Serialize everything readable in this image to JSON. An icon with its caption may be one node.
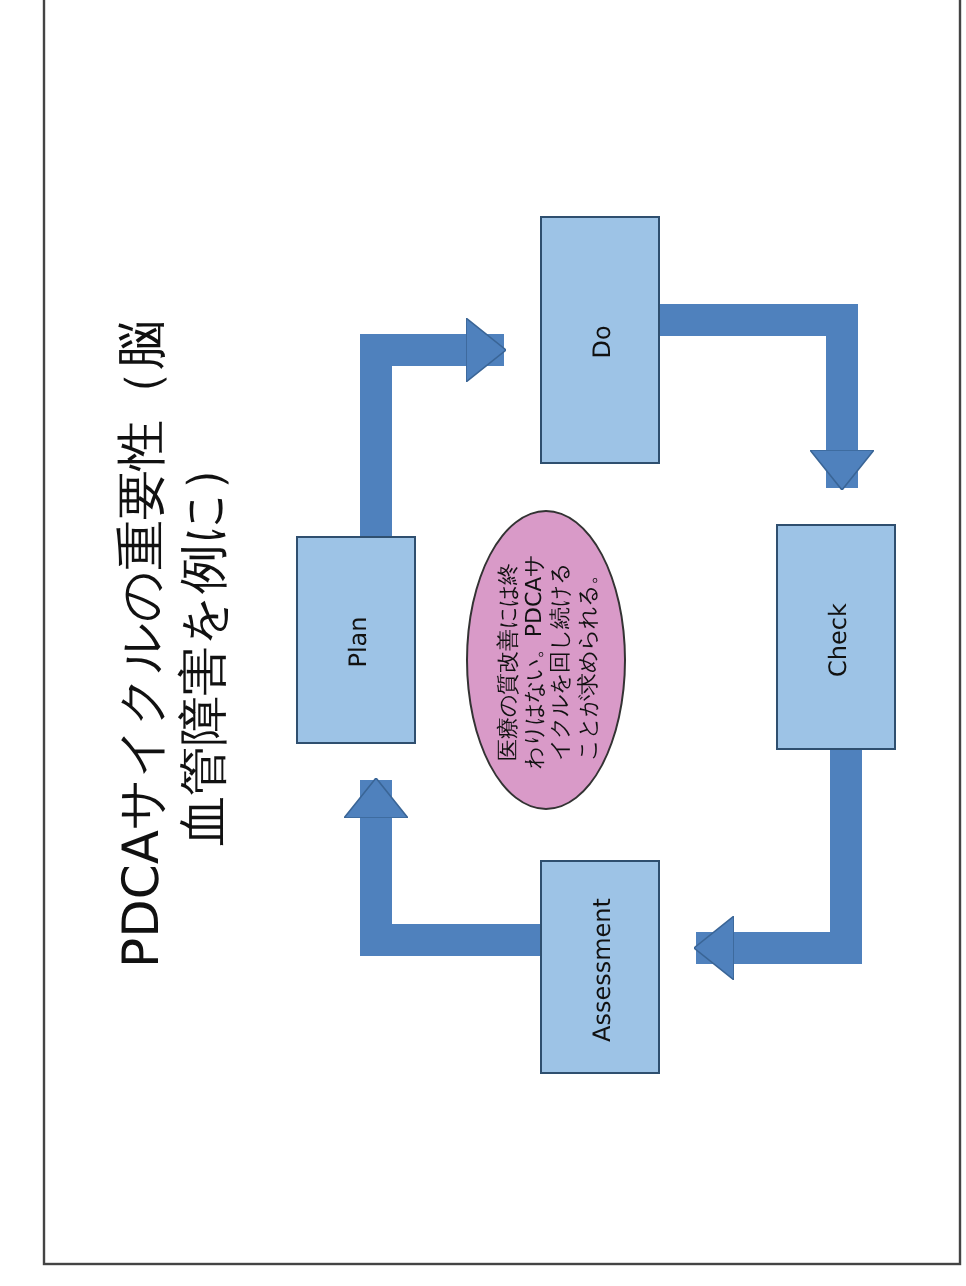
{
  "diagram": {
    "title": "PDCAサイクルの重要性（脳血管障害を例に）",
    "nodes": [
      {
        "text": [
          "Plan"
        ]
      },
      {
        "text": [
          "Do"
        ]
      },
      {
        "text": [
          "Check"
        ]
      },
      {
        "text": [
          "Assessment"
        ]
      },
      {
        "text": [
          "医療の質改善には終わりはない。PDCAサイクルを回し続けることが求められる。"
        ]
      }
    ],
    "edges": [
      {
        "from": 0,
        "to": 1,
        "arrow": "to"
      },
      {
        "from": 1,
        "to": 2,
        "arrow": "to"
      },
      {
        "from": 2,
        "to": 3,
        "arrow": "to"
      },
      {
        "from": 3,
        "to": 0,
        "arrow": "to"
      }
    ]
  }
}
